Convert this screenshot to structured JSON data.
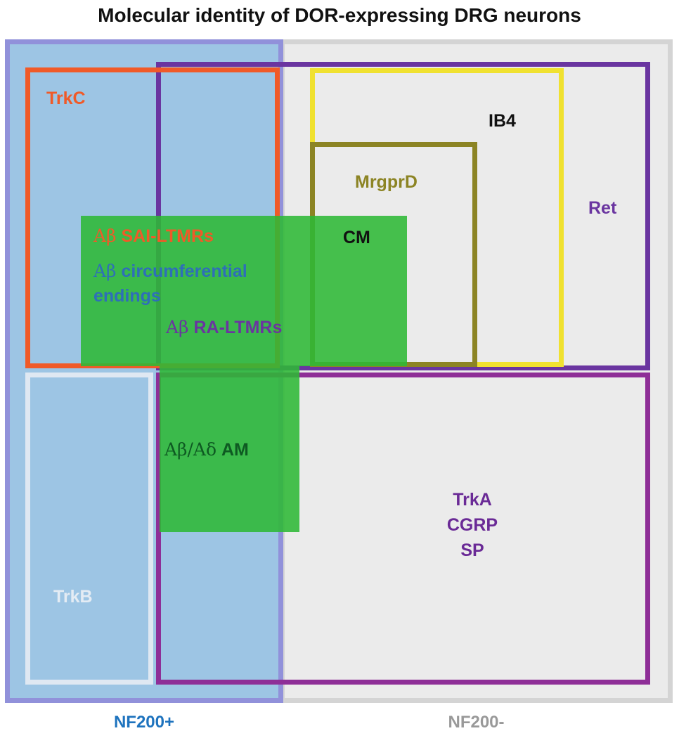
{
  "title": "Molecular identity of DOR-expressing DRG neurons",
  "regions": {
    "nf200_pos": {
      "label": "NF200+"
    },
    "nf200_neg": {
      "label": "NF200-"
    }
  },
  "markers": {
    "trkc": "TrkC",
    "trkb": "TrkB",
    "ret": "Ret",
    "ib4": "IB4",
    "mrgprd": "MrgprD",
    "trka": "TrkA",
    "cgrp": "CGRP",
    "sp": "SP"
  },
  "neuron_types": {
    "sai_prefix": "Aβ",
    "sai": "SAI-LTMRs",
    "circ_prefix": "Aβ",
    "circ_line1": "circumferential",
    "circ_line2": "endings",
    "ra_prefix": "Aβ",
    "ra": "RA-LTMRs",
    "cm": "CM",
    "am_prefix": "Aβ/Aδ",
    "am": "AM"
  },
  "colors": {
    "nf200_pos_fill": "#9dc5e4",
    "nf200_pos_border": "#9191da",
    "nf200_pos_text": "#1e73be",
    "nf200_neg_fill": "#ebebeb",
    "nf200_neg_border": "#d4d4d4",
    "nf200_neg_text": "#999999",
    "trkc": "#f05a28",
    "trkb": "#dfe8f2",
    "ret": "#6a35a0",
    "ib4": "#f0e130",
    "mrgprd": "#8c8424",
    "trka": "#8e2e97",
    "dor_green": "#2eb836",
    "am_text": "#0e5a22",
    "circ_text": "#2e6fb8"
  }
}
